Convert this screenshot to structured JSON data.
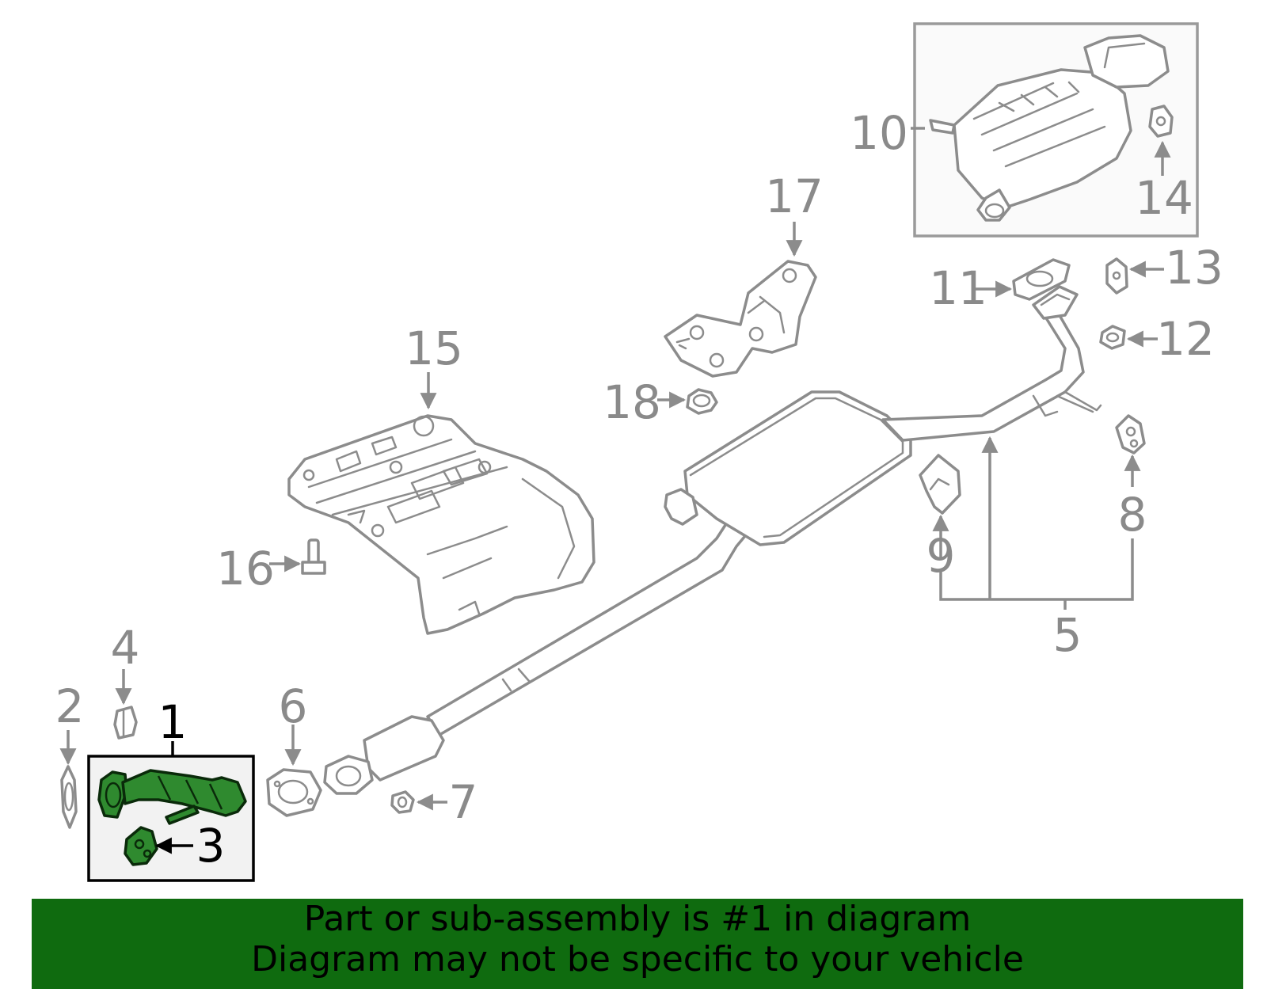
{
  "callouts": {
    "c1": "1",
    "c2": "2",
    "c3": "3",
    "c4": "4",
    "c5": "5",
    "c6": "6",
    "c7": "7",
    "c8": "8",
    "c9": "9",
    "c10": "10",
    "c11": "11",
    "c12": "12",
    "c13": "13",
    "c14": "14",
    "c15": "15",
    "c16": "16",
    "c17": "17",
    "c18": "18"
  },
  "banner": {
    "line1": "Part or sub-assembly is #1 in diagram",
    "line2": "Diagram may not be specific to your vehicle"
  },
  "colors": {
    "highlight_part": "#2f8a2f",
    "banner_background": "#0f6b0f",
    "line_art": "#8c8c8c"
  },
  "highlighted_callout": "1"
}
